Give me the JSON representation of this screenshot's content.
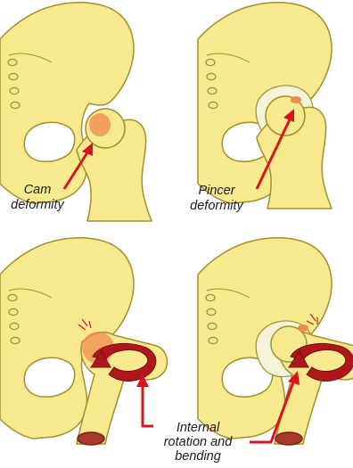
{
  "colors": {
    "bone_fill": "#f6e98e",
    "bone_stroke": "#a38f2c",
    "cartilage_fill": "#f5f3d9",
    "deformity": "#f08c4e",
    "arrow": "#d9151c",
    "rotation_arrow": "#b0171c",
    "text": "#1c1c1c"
  },
  "panels": [
    {
      "id": "cam",
      "lines": [
        "Cam",
        "deformity"
      ]
    },
    {
      "id": "pincer",
      "lines": [
        "Pincer",
        "deformity"
      ]
    },
    {
      "id": "cam-impingement",
      "lines": []
    },
    {
      "id": "pincer-impingement",
      "lines": []
    }
  ],
  "shared_label": {
    "lines": [
      "Internal",
      "rotation and",
      "bending"
    ]
  }
}
